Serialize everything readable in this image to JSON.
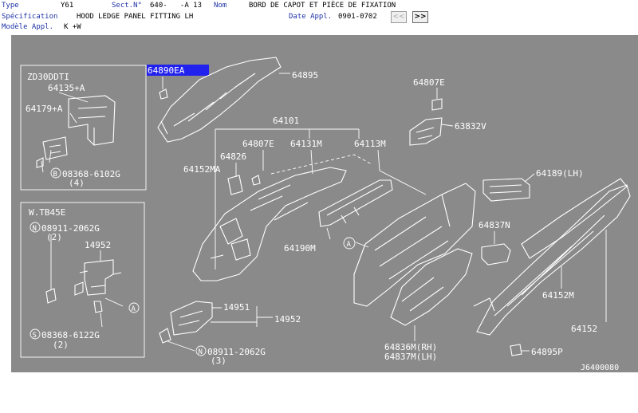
{
  "header": {
    "type_label": "Type",
    "type_value": "Y61",
    "sect_label": "Sect.N°",
    "sect_value": "640-   -A 13",
    "nom_label": "Nom",
    "nom_value": "BORD DE CAPOT ET PIÈCE DE FIXATION",
    "spec_label": "Spécification",
    "spec_value": "HOOD LEDGE PANEL FITTING LH",
    "date_label": "Date Appl.",
    "date_value": "0901-0702",
    "model_label": "Modèle Appl.",
    "model_value": "K +W",
    "prev_button": "<<",
    "next_button": ">>"
  },
  "diagram": {
    "box1": {
      "title": "ZD30DDTI",
      "labels": [
        "64135+A",
        "64179+A",
        "08368-6102G",
        "(4)"
      ],
      "circle_letter": "B"
    },
    "box2": {
      "title": "W.TB45E",
      "labels": [
        "08911-2062G",
        "(2)",
        "14952",
        "08368-6122G",
        "(2)"
      ],
      "circle_n": "N",
      "circle_s": "S",
      "circle_a": "A"
    },
    "selected_part": "64890EA",
    "labels": {
      "p64895": "64895",
      "p64807e_top": "64807E",
      "p63832v": "63832V",
      "p64101": "64101",
      "p64807e": "64807E",
      "p64131m": "64131M",
      "p64113m": "64113M",
      "p64826": "64826",
      "p64152ma": "64152MA",
      "p64189": "64189(LH)",
      "p64837n": "64837N",
      "p64190m": "64190M",
      "circle_a": "A",
      "p64152m": "64152M",
      "p64152": "64152",
      "p14951": "14951",
      "p14952": "14952",
      "circle_n": "N",
      "p08911": "08911-2062G",
      "p3": "(3)",
      "p64836m": "64836M(RH)",
      "p64837m": "64837M(LH)",
      "p64895p": "64895P",
      "ref": "J6400080"
    }
  }
}
